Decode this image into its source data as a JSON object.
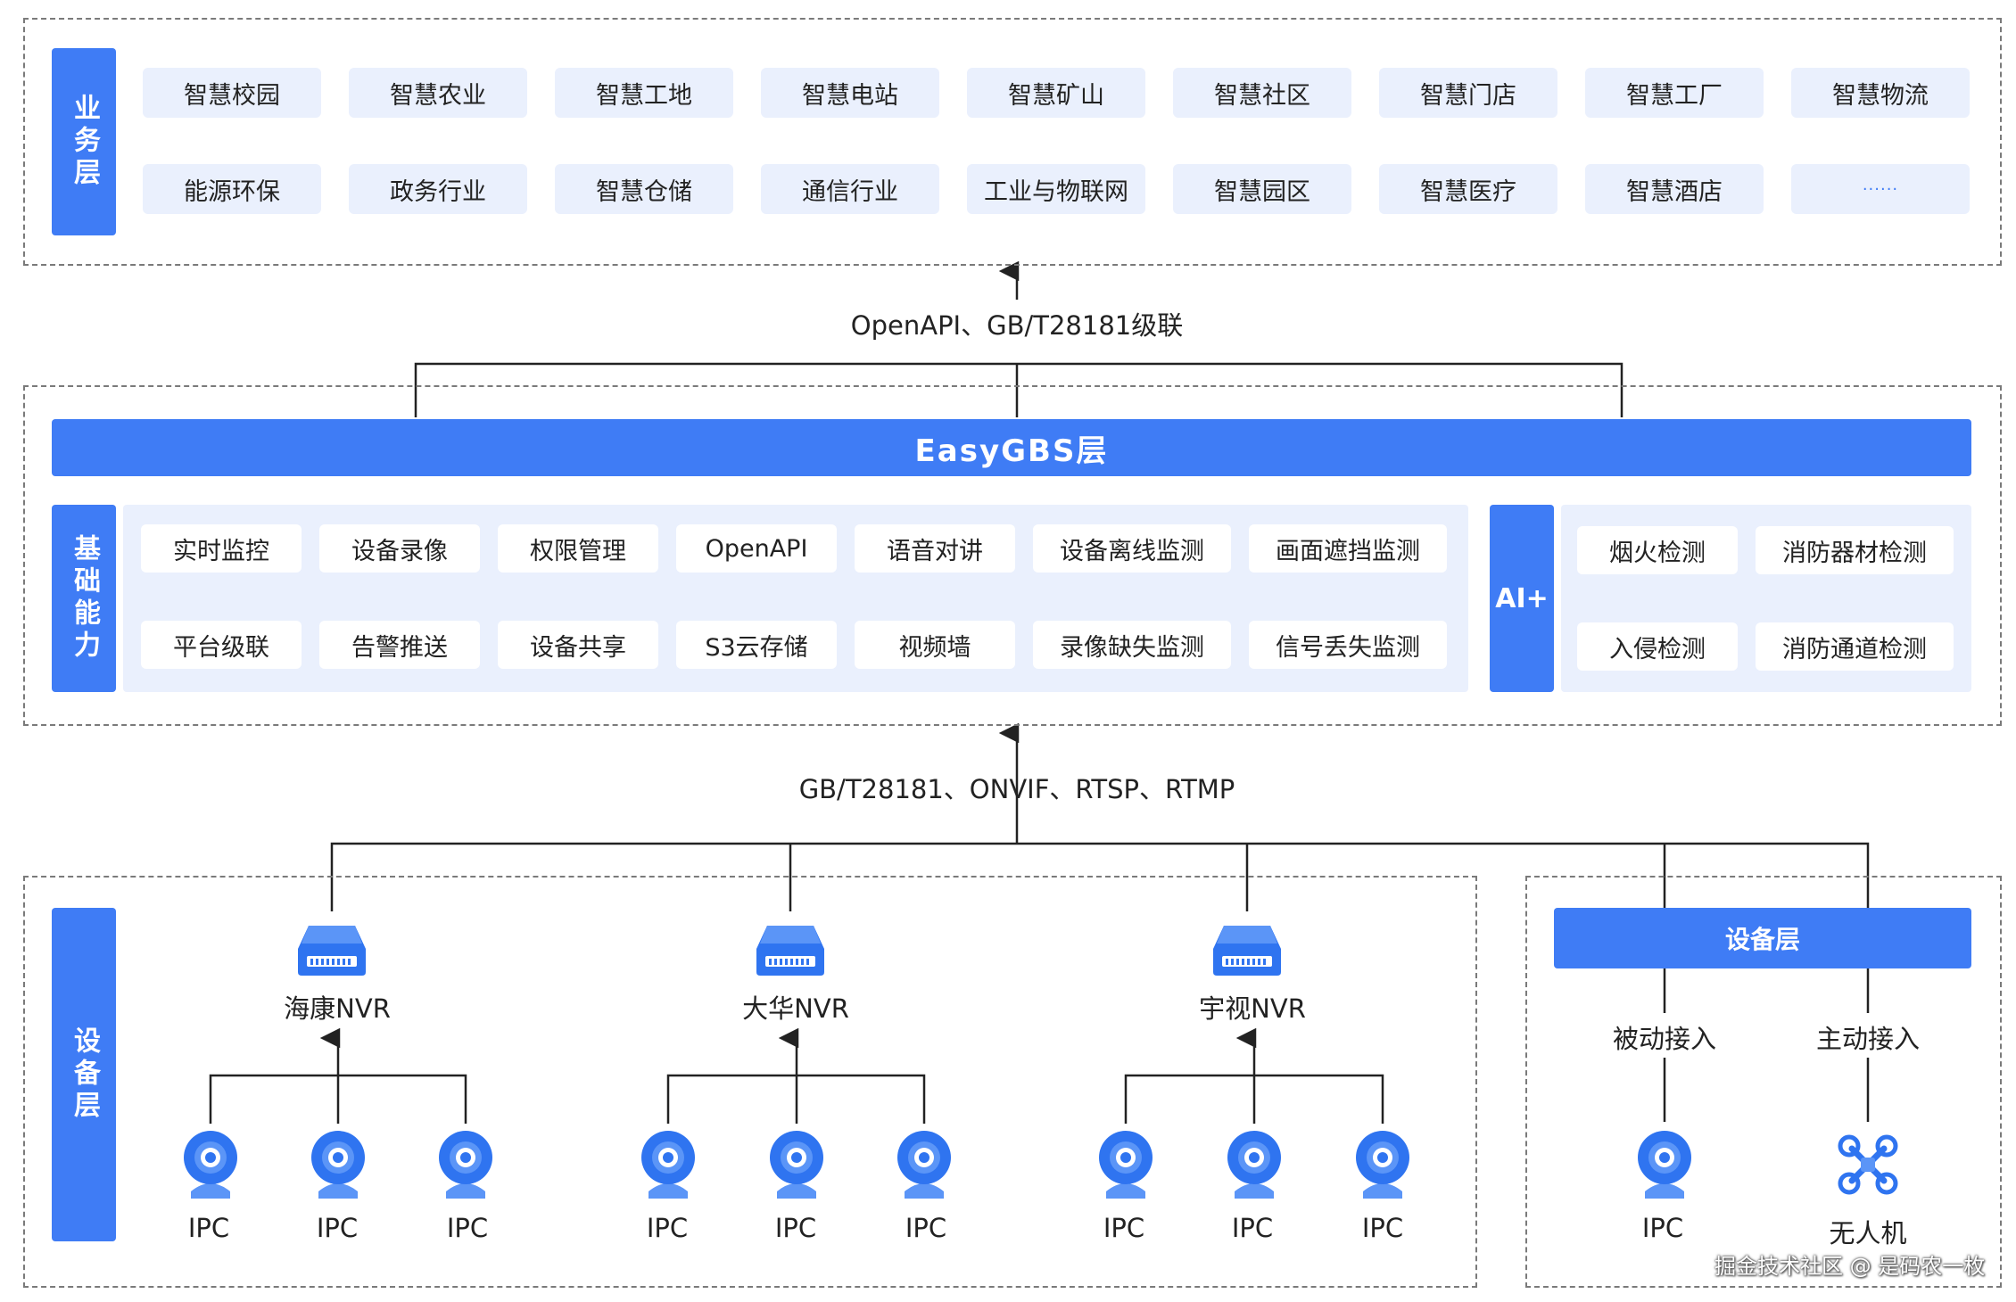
{
  "business_layer": {
    "label": "业务层",
    "row1": [
      "智慧校园",
      "智慧农业",
      "智慧工地",
      "智慧电站",
      "智慧矿山",
      "智慧社区",
      "智慧门店",
      "智慧工厂",
      "智慧物流"
    ],
    "row2": [
      "能源环保",
      "政务行业",
      "智慧仓储",
      "通信行业",
      "工业与物联网",
      "智慧园区",
      "智慧医疗",
      "智慧酒店",
      "······"
    ]
  },
  "upper_protocols": "OpenAPI、GB/T28181级联",
  "easygbs_layer": {
    "title": "EasyGBS层",
    "basic_label": "基础能力",
    "basic_row1": [
      "实时监控",
      "设备录像",
      "权限管理",
      "OpenAPI",
      "语音对讲",
      "设备离线监测",
      "画面遮挡监测"
    ],
    "basic_row2": [
      "平台级联",
      "告警推送",
      "设备共享",
      "S3云存储",
      "视频墙",
      "录像缺失监测",
      "信号丢失监测"
    ],
    "ai_label": "AI+",
    "ai_row1": [
      "烟火检测",
      "消防器材检测"
    ],
    "ai_row2": [
      "入侵检测",
      "消防通道检测"
    ]
  },
  "lower_protocols": "GB/T28181、ONVIF、RTSP、RTMP",
  "device_layer": {
    "label": "设备层",
    "nvrs": [
      {
        "name": "海康NVR",
        "ipcs": [
          "IPC",
          "IPC",
          "IPC"
        ]
      },
      {
        "name": "大华NVR",
        "ipcs": [
          "IPC",
          "IPC",
          "IPC"
        ]
      },
      {
        "name": "宇视NVR",
        "ipcs": [
          "IPC",
          "IPC",
          "IPC"
        ]
      }
    ]
  },
  "device_layer_right": {
    "title": "设备层",
    "passive": "被动接入",
    "active": "主动接入",
    "passive_device": "IPC",
    "active_device": "无人机"
  },
  "watermark": "掘金技术社区 @ 是码农一枚",
  "colors": {
    "accent": "#3f7cf5",
    "chip_bg": "#eaf0fd",
    "icon_blue": "#2f74f0"
  }
}
